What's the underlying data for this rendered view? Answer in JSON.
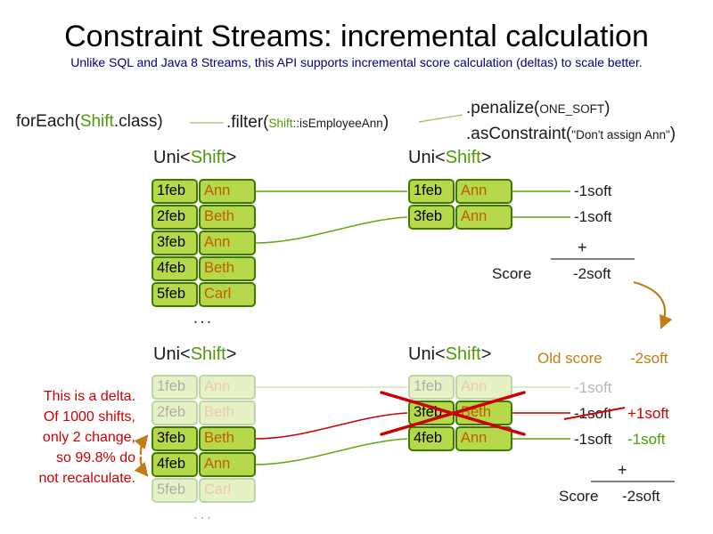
{
  "colors": {
    "green_text": "#4e9a06",
    "cell_fill": "#b6d94c",
    "cell_border": "#3c7a00",
    "employee_text": "#c45c00",
    "connector_green": "#67a40e",
    "red": "#cc0000",
    "gold": "#c17d11",
    "subtitle_navy": "#00007b",
    "faded_gray": "#b8b8b8"
  },
  "title": "Constraint Streams: incremental calculation",
  "subtitle": "Unlike SQL and Java 8 Streams, this API supports incremental score calculation (deltas) to scale better.",
  "pipeline": {
    "foreach": {
      "pre": "forEach(",
      "arg": "Shift",
      "post": ".class)"
    },
    "filter": {
      "pre": ".filter(",
      "arg_type": "Shift",
      "arg_rest": "::isEmployeeAnn",
      "post": ")"
    },
    "penalize": {
      "pre": ".penalize(",
      "arg": "ONE_SOFT",
      "post": ")"
    },
    "as_constraint": {
      "pre": ".asConstraint(",
      "arg": "\"Don't assign Ann\"",
      "post": ")"
    }
  },
  "uni_header": {
    "pre": "Uni<",
    "type": "Shift",
    "post": ">"
  },
  "ellipsis": "...",
  "tables": {
    "top_left": {
      "rows": [
        {
          "date": "1feb",
          "name": "Ann"
        },
        {
          "date": "2feb",
          "name": "Beth"
        },
        {
          "date": "3feb",
          "name": "Ann"
        },
        {
          "date": "4feb",
          "name": "Beth"
        },
        {
          "date": "5feb",
          "name": "Carl"
        }
      ]
    },
    "top_right": {
      "rows": [
        {
          "date": "1feb",
          "name": "Ann"
        },
        {
          "date": "3feb",
          "name": "Ann"
        }
      ]
    },
    "bottom_left": {
      "rows": [
        {
          "date": "1feb",
          "name": "Ann",
          "faded": true
        },
        {
          "date": "2feb",
          "name": "Beth",
          "faded": true
        },
        {
          "date": "3feb",
          "name": "Beth",
          "faded": false
        },
        {
          "date": "4feb",
          "name": "Ann",
          "faded": false
        },
        {
          "date": "5feb",
          "name": "Carl",
          "faded": true
        }
      ]
    },
    "bottom_right": {
      "rows": [
        {
          "date": "1feb",
          "name": "Ann",
          "faded": true
        },
        {
          "date": "3feb",
          "name": "Beth",
          "faded": false,
          "crossed": true
        },
        {
          "date": "4feb",
          "name": "Ann",
          "faded": false
        }
      ]
    }
  },
  "top_score": {
    "row_scores": [
      "-1soft",
      "-1soft"
    ],
    "plus": "+",
    "label": "Score",
    "total": "-2soft"
  },
  "old_score": {
    "label": "Old score",
    "value": "-2soft"
  },
  "bottom_score": {
    "row1": "-1soft",
    "row2_old": "-1soft",
    "row2_delta": "+1soft",
    "row3_old": "-1soft",
    "row3_delta": "-1soft",
    "plus": "+",
    "label": "Score",
    "total": "-2soft"
  },
  "delta_note": {
    "lines": [
      "This is a delta.",
      "Of 1000 shifts,",
      "only 2 change,",
      "so 99.8% do",
      "not recalculate."
    ]
  }
}
